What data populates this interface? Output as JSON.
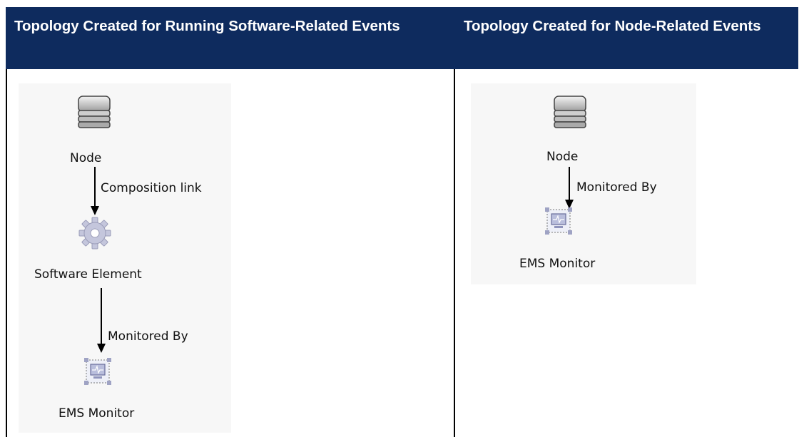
{
  "table": {
    "headers": [
      "Topology Created for Running Software-Related Events",
      "Topology Created for Node-Related Events"
    ]
  },
  "left_diagram": {
    "node_label": "Node",
    "link1_label": "Composition link",
    "software_label": "Software Element",
    "link2_label": "Monitored By",
    "monitor_label": "EMS Monitor"
  },
  "right_diagram": {
    "node_label": "Node",
    "link_label": "Monitored By",
    "monitor_label": "EMS Monitor"
  },
  "icons": {
    "node": "server-stack-icon",
    "software": "gear-icon",
    "monitor": "ems-monitor-icon"
  },
  "colors": {
    "header_bg": "#0e2b5e",
    "header_text": "#ffffff"
  }
}
